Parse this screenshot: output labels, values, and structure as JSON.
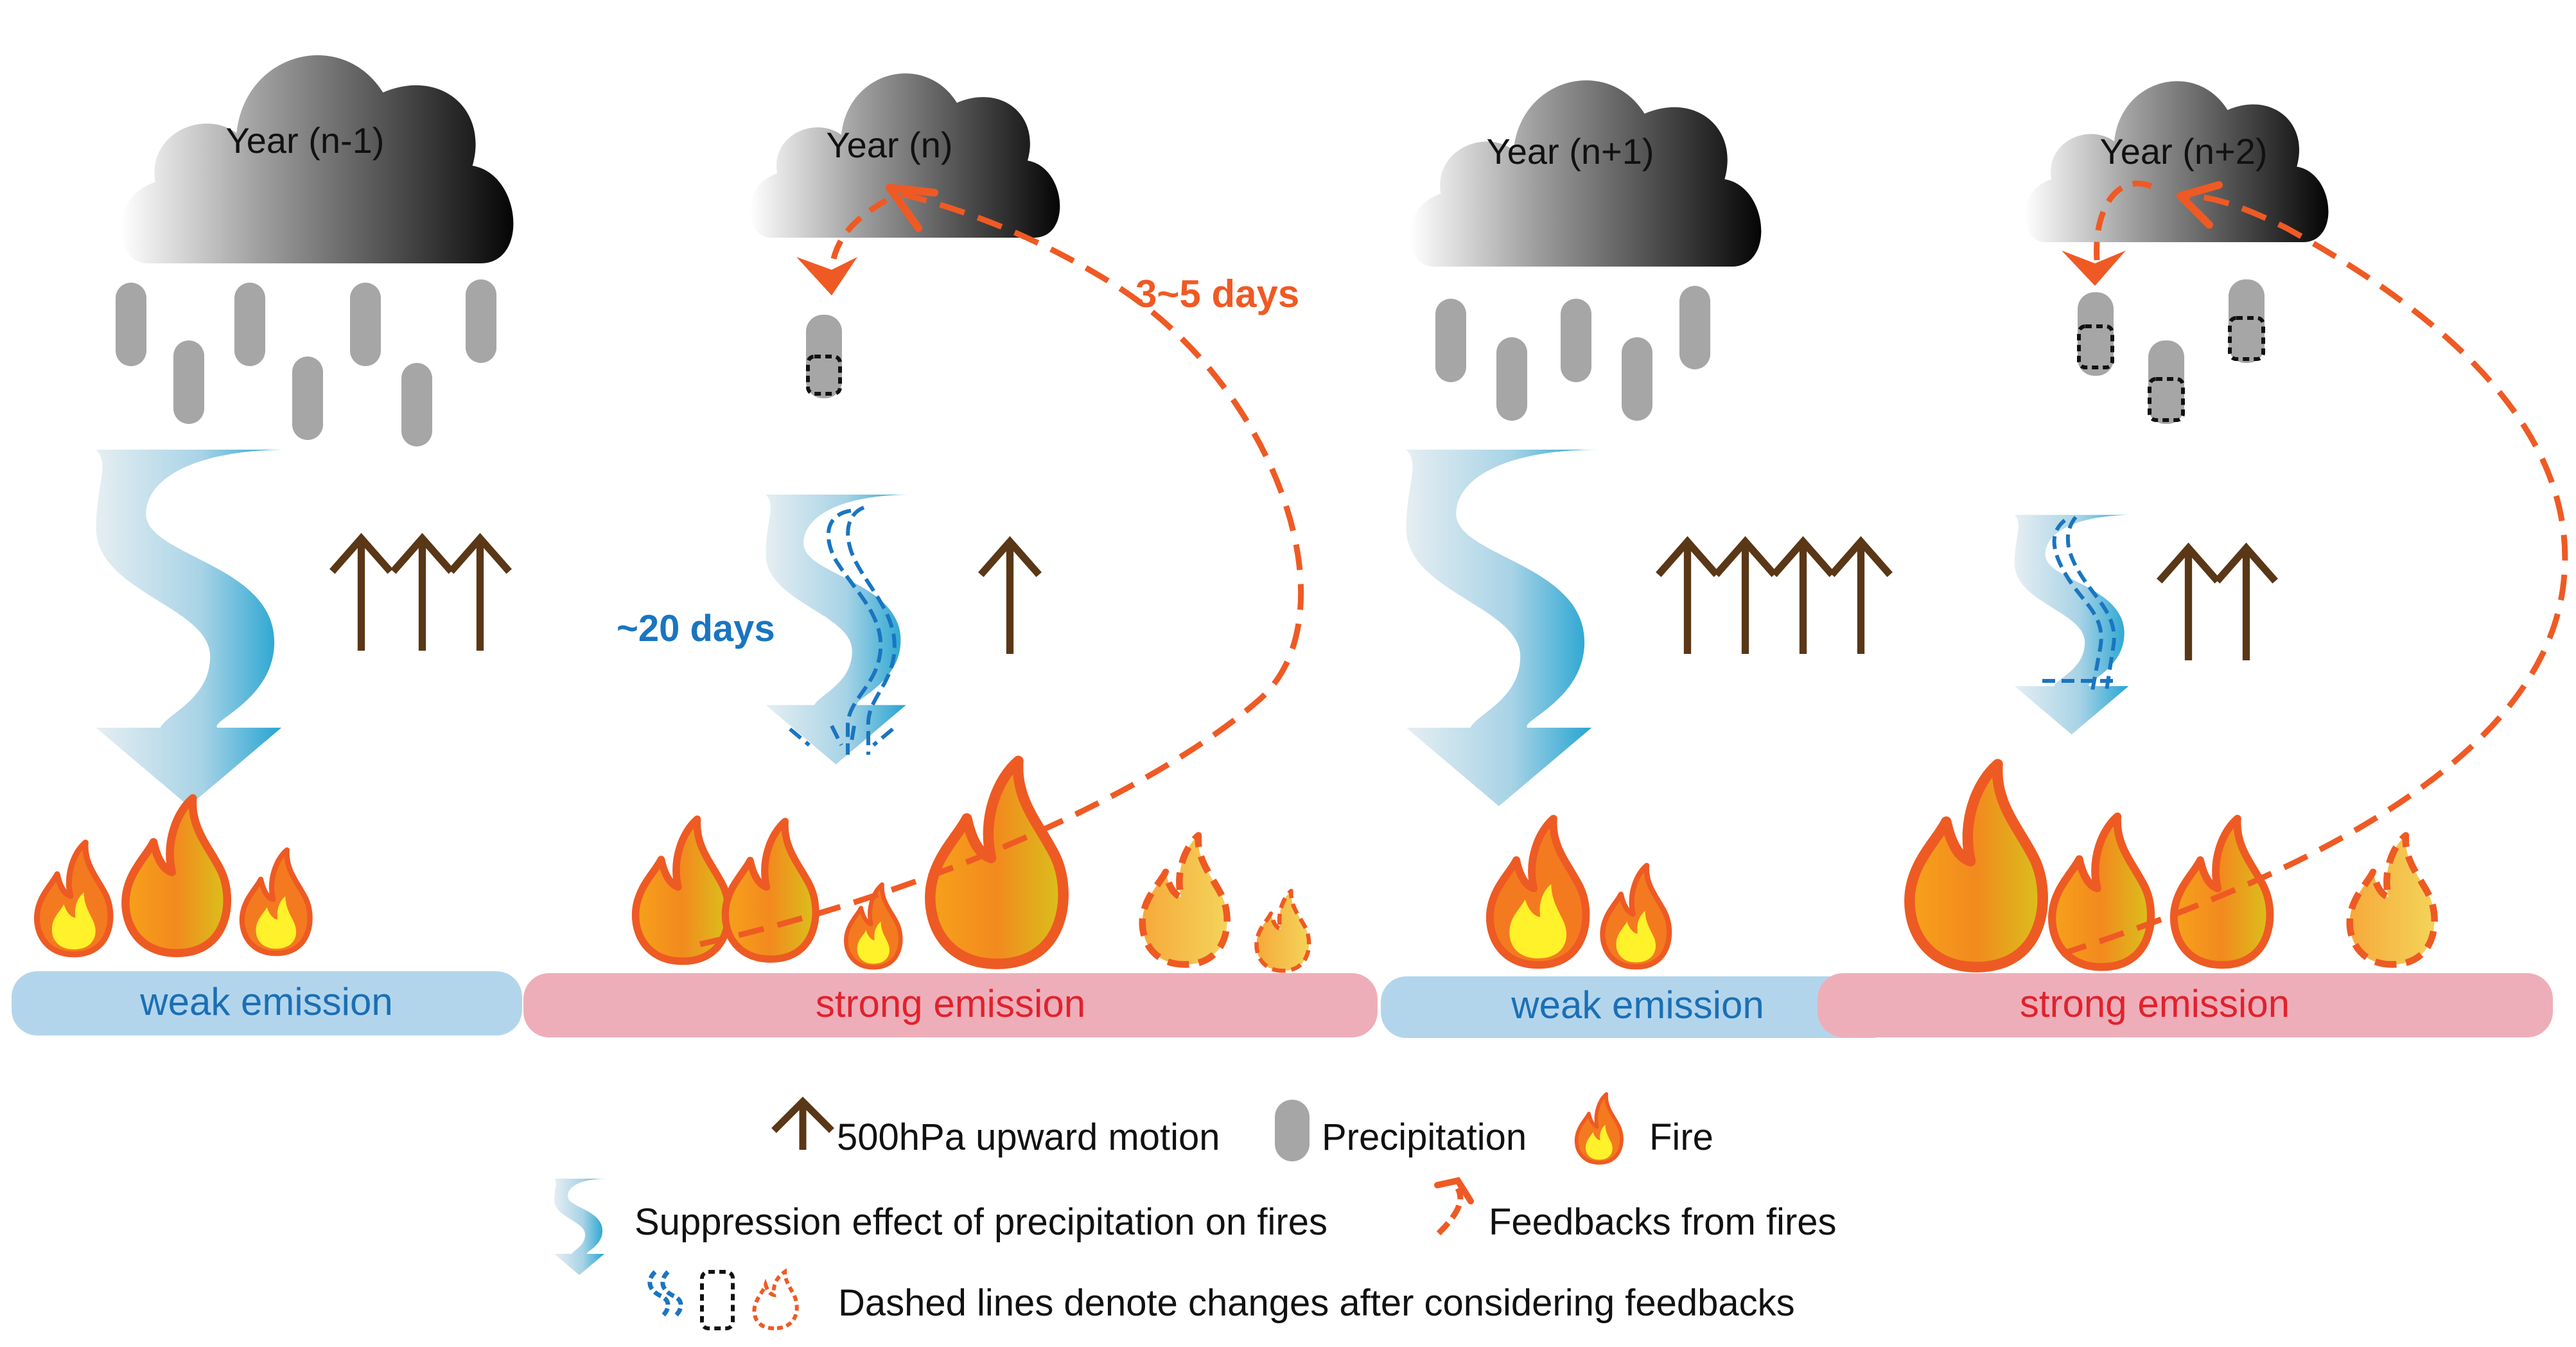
{
  "years": [
    "Year (n-1)",
    "Year (n)",
    "Year (n+1)",
    "Year (n+2)"
  ],
  "bars": {
    "weak": "weak emission",
    "strong": "strong emission"
  },
  "annotations": {
    "days_3_5": "3~5 days",
    "days_20": "~20 days"
  },
  "legend": {
    "upward": "500hPa upward motion",
    "precip": "Precipitation",
    "fire": "Fire",
    "suppression": "Suppression effect of precipitation on fires",
    "feedback": "Feedbacks from fires",
    "dashed": "Dashed lines denote changes after considering feedbacks"
  },
  "colors": {
    "weak_bar": "#b3d5ec",
    "strong_bar": "#eeaeb9",
    "weak_text": "#1a6fb5",
    "strong_text": "#e0222e",
    "feedback": "#ef5a24",
    "days20_text": "#1a75c0",
    "arrow_brown": "#5a3716",
    "drop": "#a6a6a6",
    "suppression": "#29a4cc"
  }
}
